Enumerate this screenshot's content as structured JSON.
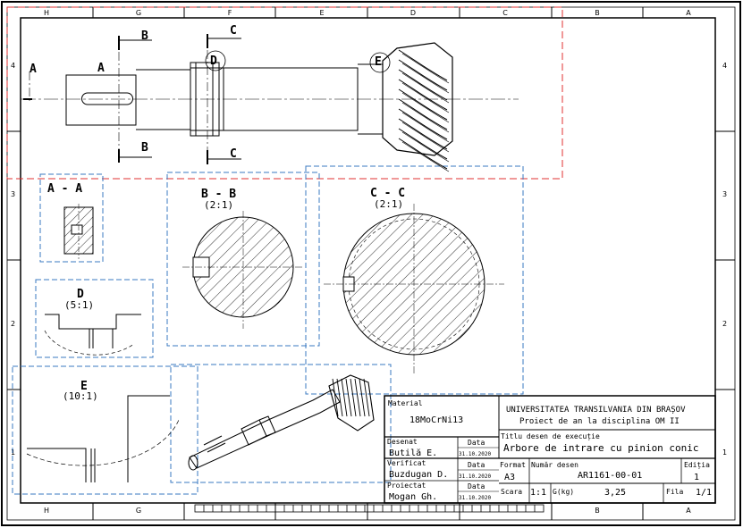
{
  "grid": {
    "top_letters": [
      "H",
      "G",
      "F",
      "E",
      "D",
      "C",
      "B",
      "A"
    ],
    "bottom_letters": [
      "H",
      "G",
      "B",
      "A"
    ],
    "side_numbers": [
      "4",
      "3",
      "2",
      "1"
    ]
  },
  "labels": {
    "section_a": "A",
    "section_b": "B",
    "section_c": "C",
    "detail_d": "D",
    "detail_e": "E",
    "view_aa": "A - A",
    "view_bb": "B - B",
    "view_bb_scale": "(2:1)",
    "view_cc": "C - C",
    "view_cc_scale": "(2:1)",
    "view_d": "D",
    "view_d_scale": "(5:1)",
    "view_e": "E",
    "view_e_scale": "(10:1)"
  },
  "title_block": {
    "material_label": "Material",
    "material_value": "18MoCrNi13",
    "university": "UNIVERSITATEA TRANSILVANIA DIN BRAȘOV",
    "project": "Proiect de an la disciplina OM II",
    "title_label": "Titlu desen de execuție",
    "title_value": "Arbore de intrare cu pinion conic",
    "drawn_label": "Desenat",
    "drawn_name": "Butilă E.",
    "date_label": "Data",
    "drawn_date": "31.10.2020",
    "checked_label": "Verificat",
    "checked_name": "Buzdugan D.",
    "checked_date": "31.10.2020",
    "designed_label": "Proiectat",
    "designed_name": "Mogan Gh.",
    "designed_date": "31.10.2020",
    "format_label": "Format",
    "format_value": "A3",
    "drawing_no_label": "Număr desen",
    "drawing_no_value": "AR1161-00-01",
    "edition_label": "Ediția",
    "edition_value": "1",
    "scale_label": "Scara",
    "scale_value": "1:1",
    "mass_label": "G(kg)",
    "mass_value": "3,25",
    "sheet_label": "Fila",
    "sheet_value": "1/1"
  },
  "colors": {
    "line": "#000000",
    "red_dash": "#e03030",
    "blue_dash": "#3a78c0"
  }
}
